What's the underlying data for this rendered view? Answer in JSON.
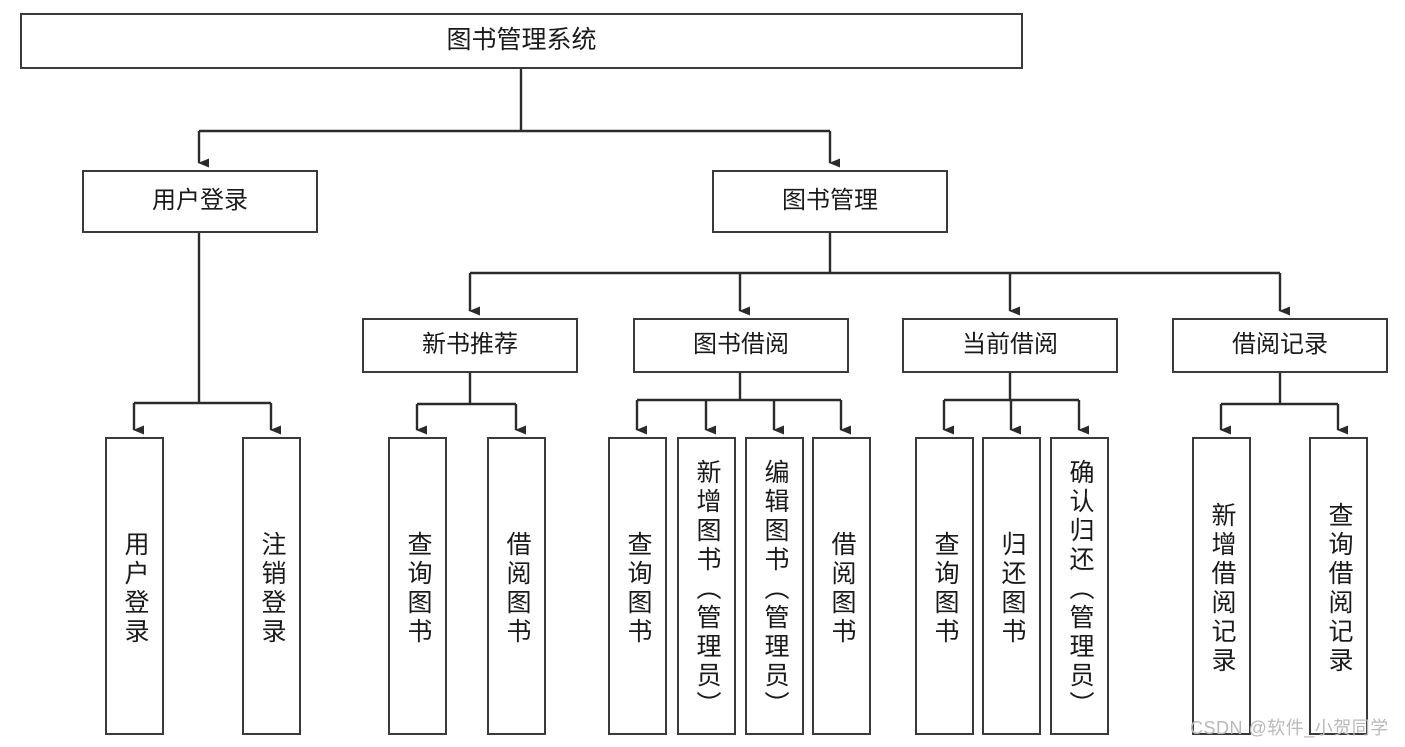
{
  "diagram": {
    "title": "图书管理系统",
    "type": "tree-hierarchy-chart",
    "colors": {
      "node_border": "#3a3a3a",
      "node_fill": "#ffffff",
      "edge": "#2b2b2b",
      "text": "#1a1a1a",
      "watermark": "#b9b9b9",
      "background": "#ffffff"
    },
    "root": {
      "id": "root",
      "label": "图书管理系统"
    },
    "level2": [
      {
        "id": "user-login",
        "label": "用户登录"
      },
      {
        "id": "book-management",
        "label": "图书管理"
      }
    ],
    "level3": [
      {
        "id": "new-book-recommend",
        "label": "新书推荐",
        "parent": "book-management"
      },
      {
        "id": "book-borrow",
        "label": "图书借阅",
        "parent": "book-management"
      },
      {
        "id": "current-borrow",
        "label": "当前借阅",
        "parent": "book-management"
      },
      {
        "id": "borrow-record",
        "label": "借阅记录",
        "parent": "book-management"
      }
    ],
    "leaves": [
      {
        "id": "leaf-user-login",
        "label": "用户登录",
        "parent": "user-login"
      },
      {
        "id": "leaf-user-logout",
        "label": "注销登录",
        "parent": "user-login"
      },
      {
        "id": "leaf-query-book-1",
        "label": "查询图书",
        "parent": "new-book-recommend"
      },
      {
        "id": "leaf-borrow-book-1",
        "label": "借阅图书",
        "parent": "new-book-recommend"
      },
      {
        "id": "leaf-query-book-2",
        "label": "查询图书",
        "parent": "book-borrow"
      },
      {
        "id": "leaf-add-book",
        "label": "新增图书（管理员）",
        "parent": "book-borrow"
      },
      {
        "id": "leaf-edit-book",
        "label": "编辑图书（管理员）",
        "parent": "book-borrow"
      },
      {
        "id": "leaf-borrow-book-2",
        "label": "借阅图书",
        "parent": "book-borrow"
      },
      {
        "id": "leaf-query-book-3",
        "label": "查询图书",
        "parent": "current-borrow"
      },
      {
        "id": "leaf-return-book",
        "label": "归还图书",
        "parent": "current-borrow"
      },
      {
        "id": "leaf-confirm-return",
        "label": "确认归还（管理员）",
        "parent": "current-borrow"
      },
      {
        "id": "leaf-add-record",
        "label": "新增借阅记录",
        "parent": "borrow-record"
      },
      {
        "id": "leaf-query-record",
        "label": "查询借阅记录",
        "parent": "borrow-record"
      }
    ],
    "watermark": "CSDN @软件_小贺同学"
  }
}
